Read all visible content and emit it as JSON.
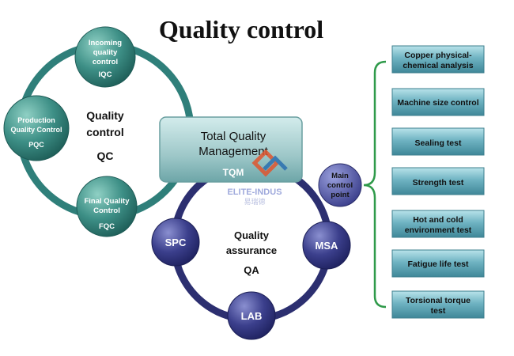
{
  "title": "Quality control",
  "qc_ring": {
    "center_lines": [
      "Quality",
      "control",
      "QC"
    ],
    "nodes": {
      "iqc": {
        "lines": [
          "Incoming",
          "quality",
          "control"
        ],
        "code": "IQC"
      },
      "pqc": {
        "lines": [
          "Production",
          "Quality Control"
        ],
        "code": "PQC"
      },
      "fqc": {
        "lines": [
          "Final Quality",
          "Control"
        ],
        "code": "FQC"
      }
    }
  },
  "tqm": {
    "lines": [
      "Total Quality",
      "Management"
    ],
    "code": "TQM"
  },
  "qa_ring": {
    "center_lines": [
      "Quality",
      "assurance",
      "QA"
    ],
    "nodes": {
      "spc": "SPC",
      "msa": "MSA",
      "lab": "LAB"
    }
  },
  "control_point": {
    "lines": [
      "Main",
      "control",
      "point"
    ]
  },
  "watermark": {
    "brand": "ELITE-INDUS",
    "sub": "易瑞德"
  },
  "tests": [
    {
      "lines": [
        "Copper physical-",
        "chemical analysis"
      ]
    },
    {
      "lines": [
        "Machine size control"
      ]
    },
    {
      "lines": [
        "Sealing test"
      ]
    },
    {
      "lines": [
        "Strength test"
      ]
    },
    {
      "lines": [
        "Hot and cold",
        "environment test"
      ]
    },
    {
      "lines": [
        "Fatigue life test"
      ]
    },
    {
      "lines": [
        "Torsional torque",
        "test"
      ]
    }
  ],
  "colors": {
    "qc_ring": "#2f7f7a",
    "qc_node": "#3f8f85",
    "qa_ring": "#2c2f70",
    "qa_node": "#3a3f8a",
    "test_box": "#5fa7b7",
    "tqm_box": "#9cc8c8"
  }
}
